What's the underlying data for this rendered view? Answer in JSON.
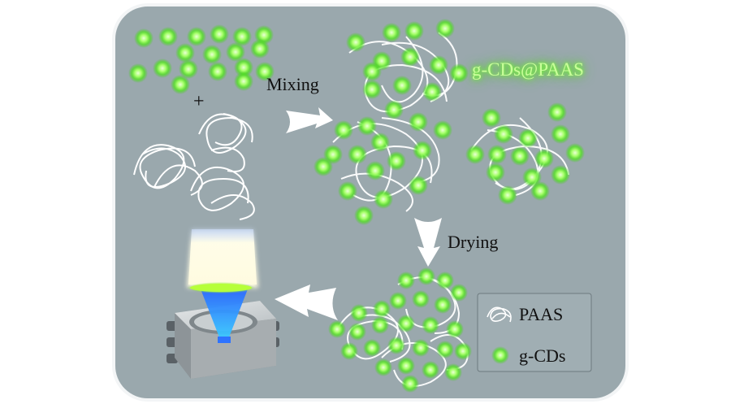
{
  "labels": {
    "mixing": "Mixing",
    "drying": "Drying",
    "plus": "+",
    "composite": "g-CDs@PAAS"
  },
  "legend": {
    "paas": "PAAS",
    "gcds": "g-CDs"
  },
  "icons": {
    "paas_legend": "polymer-coil-icon",
    "gcds_legend": "glowing-dot-icon",
    "device": "led-chip-icon"
  },
  "colors": {
    "panel": "#9aa8ad",
    "panel_border": "#f3f5f6",
    "dot_glow": "#5cf028",
    "dot_core": "#b8ff8a",
    "coil": "#ffffff",
    "arrow": "#ffffff",
    "led_blue": "#1f55ff",
    "led_ring": "#9bff2a",
    "beam": "#fffbe0"
  }
}
